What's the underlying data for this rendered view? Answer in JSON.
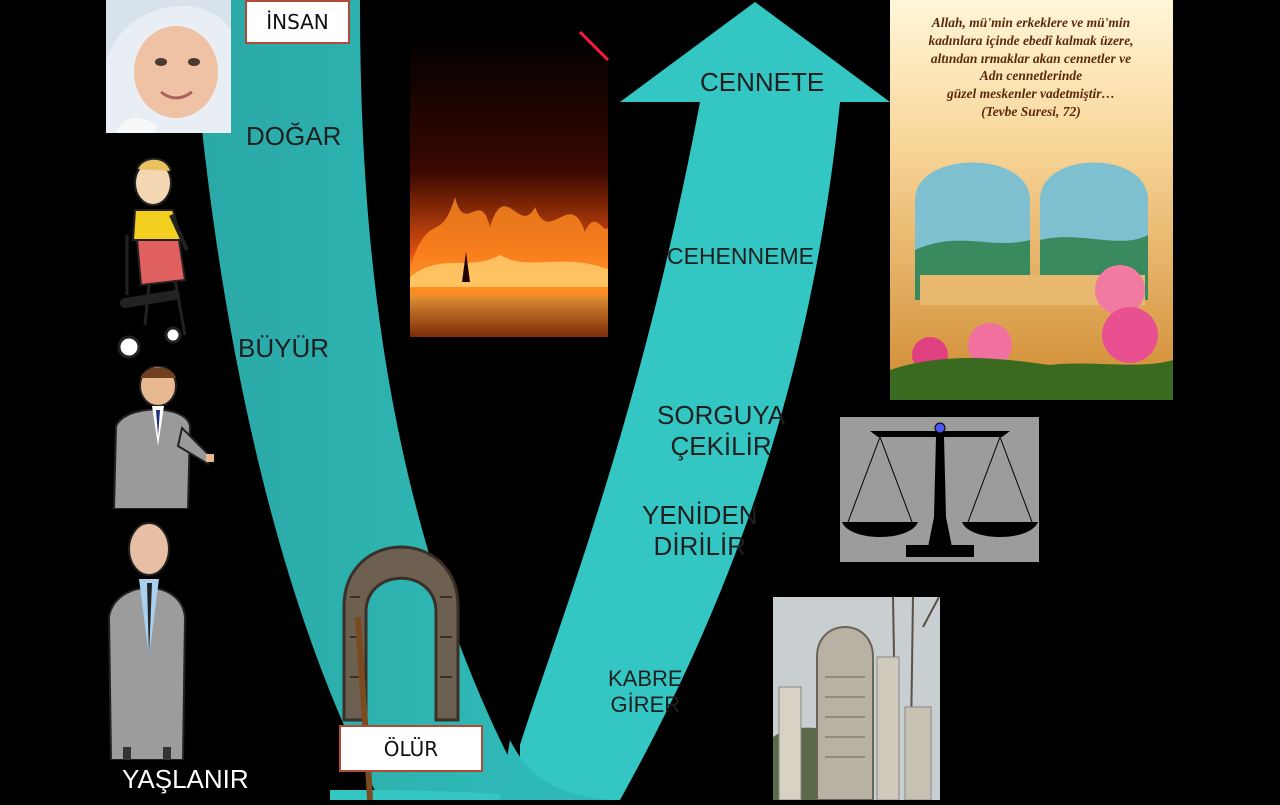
{
  "stages": {
    "insan": "İNSAN",
    "dogar": "DOĞAR",
    "buyur": "BÜYÜR",
    "yaslanir": "YAŞLANIR",
    "olur": "ÖLÜR",
    "kabre_line1": "KABRE",
    "kabre_line2": "GİRER",
    "yeniden_line1": "YENİDEN",
    "yeniden_line2": "DİRİLİR",
    "sorgu_line1": "SORGUYA",
    "sorgu_line2": "ÇEKİLİR",
    "cehenneme": "CEHENNEME",
    "cennete": "CENNETE"
  },
  "verse": {
    "lines": [
      "Allah, mü'min erkeklere ve mü'min",
      "kadınlara içinde ebedî kalmak üzere,",
      "altından ırmaklar akan cennetler ve",
      "Adn cennetlerinde",
      "güzel meskenler vadetmiştir…",
      "(Tevbe Suresi, 72)"
    ]
  },
  "colors": {
    "background": "#000000",
    "arrow": "#33c6c2",
    "arrow_dark": "#25a3a2",
    "box_border": "#b24a3a"
  },
  "icons": [
    "baby-photo",
    "child-clipart",
    "man-clipart",
    "old-man-clipart",
    "grave-arch",
    "fire-image",
    "paradise-image",
    "scale-image",
    "tombstone-photo"
  ]
}
